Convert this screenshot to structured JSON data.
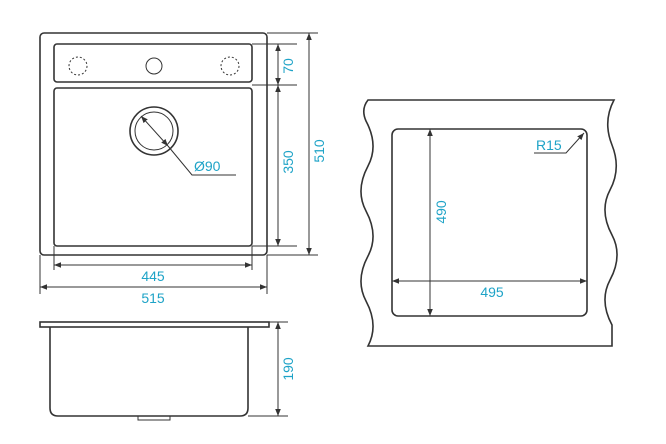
{
  "dimensions": {
    "overall_width": "515",
    "bowl_width": "445",
    "overall_depth": "510",
    "bowl_depth": "350",
    "deck_depth": "70",
    "drain_diameter": "Ø90",
    "bowl_height": "190",
    "cutout_width": "495",
    "cutout_depth": "490",
    "corner_radius": "R15"
  },
  "colors": {
    "dimension_text": "#1ea3c7",
    "line": "#333333"
  }
}
